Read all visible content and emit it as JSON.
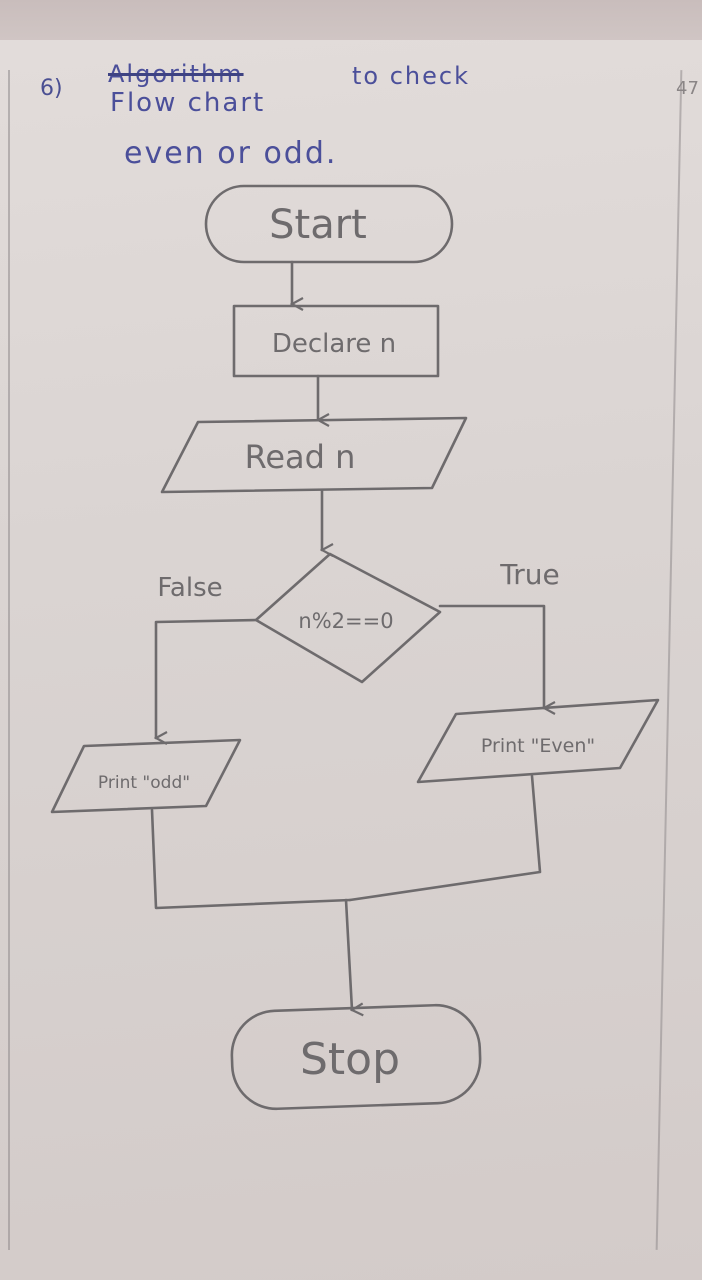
{
  "heading": {
    "number": "6)",
    "struck_word": "Algorithm",
    "line1_rest": "to check",
    "line2": "Flow chart",
    "line3": "even or odd."
  },
  "page_corner": "47",
  "flowchart": {
    "start": "Start",
    "declare": "Declare n",
    "read": "Read n",
    "condition": "n%2==0",
    "false_label": "False",
    "true_label": "True",
    "print_odd": "Print \"odd\"",
    "print_even": "Print \"Even\"",
    "stop": "Stop"
  },
  "colors": {
    "ink": "#4b4f9a",
    "pencil": "#6e6b6d",
    "paper": "#dad4d2"
  }
}
